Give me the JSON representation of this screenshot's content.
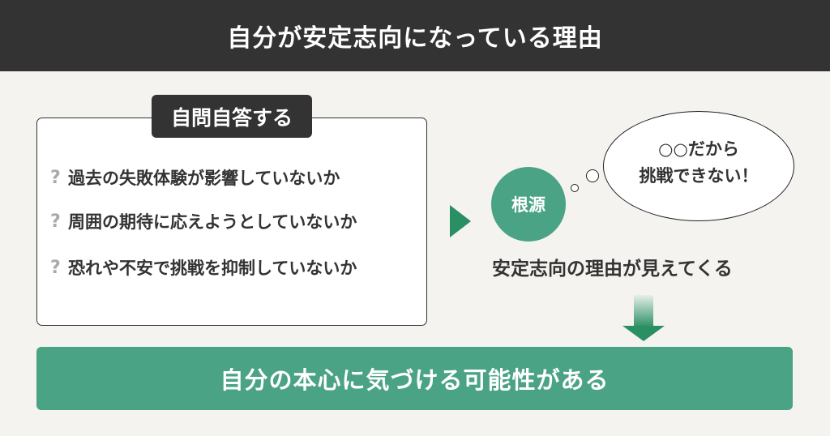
{
  "header": {
    "title": "自分が安定志向になっている理由"
  },
  "self_questioning": {
    "label": "自問自答する",
    "question_mark": "?",
    "items": [
      {
        "text": "過去の失敗体験が影響していないか"
      },
      {
        "text": "周囲の期待に応えようとしていないか"
      },
      {
        "text": "恐れや不安で挑戦を抑制していないか"
      }
    ]
  },
  "root": {
    "label": "根源",
    "thought_line1": "○○だから",
    "thought_line2": "挑戦できない！"
  },
  "reason_text": "安定志向の理由が見えてくる",
  "result": {
    "text": "自分の本心に気づける可能性がある"
  },
  "colors": {
    "header_bg": "#333333",
    "background": "#f4f3ef",
    "accent_green": "#4aa384",
    "arrow_green": "#2a8f63",
    "question_mark": "#aaaaaa"
  }
}
